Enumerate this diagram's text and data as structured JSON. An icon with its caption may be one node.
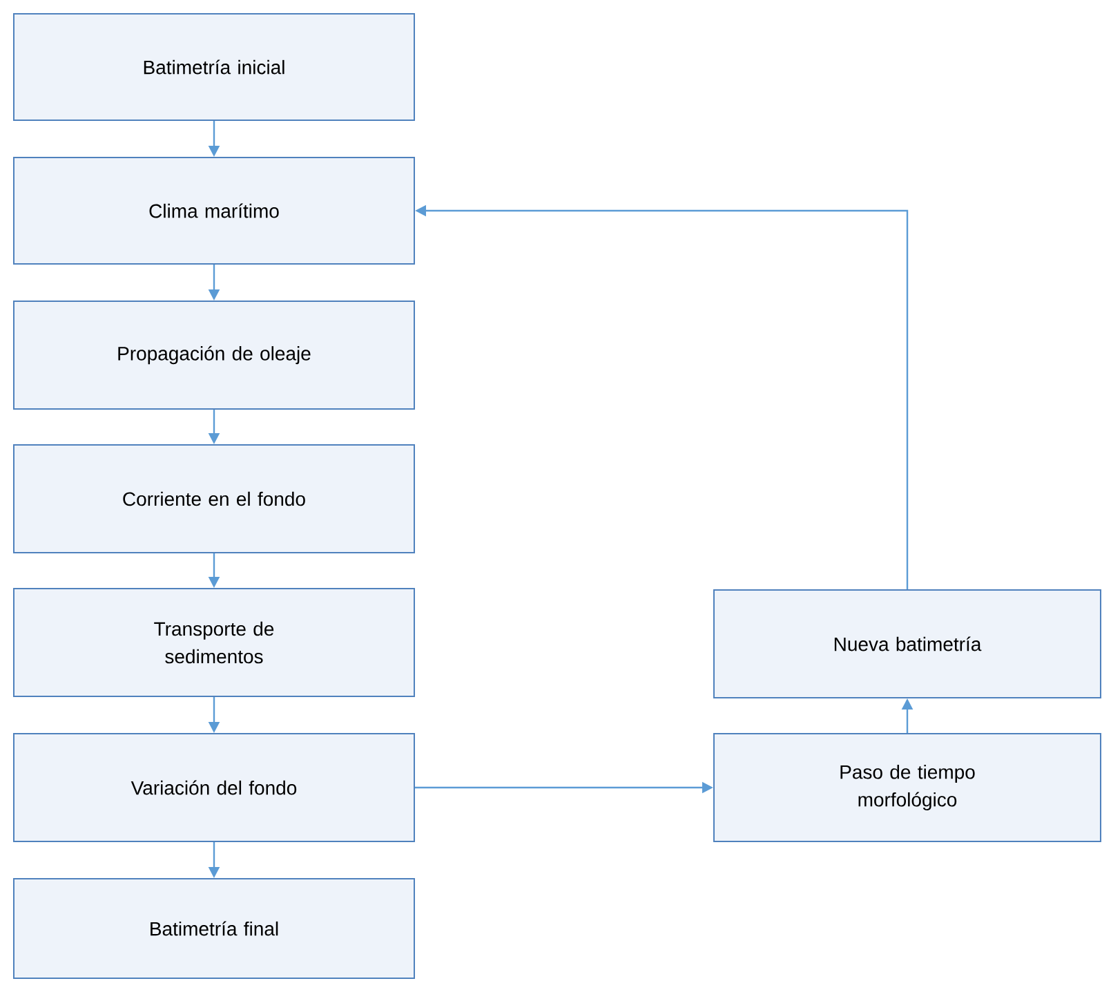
{
  "diagram": {
    "nodes": [
      {
        "text": [
          "Batimetría inicial"
        ]
      },
      {
        "text": [
          "Clima marítimo"
        ]
      },
      {
        "text": [
          "Propagación de oleaje"
        ]
      },
      {
        "text": [
          "Corriente en el fondo"
        ]
      },
      {
        "text": [
          "Transporte de sedimentos"
        ]
      },
      {
        "text": [
          "Variación del fondo"
        ]
      },
      {
        "text": [
          "Batimetría final"
        ]
      },
      {
        "text": [
          "Nueva batimetría"
        ]
      },
      {
        "text": [
          "Paso de tiempo morfológico"
        ]
      }
    ],
    "edges": [
      {
        "from": 0,
        "to": 1,
        "arrow": "to"
      },
      {
        "from": 1,
        "to": 2,
        "arrow": "to"
      },
      {
        "from": 2,
        "to": 3,
        "arrow": "to"
      },
      {
        "from": 3,
        "to": 4,
        "arrow": "to"
      },
      {
        "from": 4,
        "to": 5,
        "arrow": "to"
      },
      {
        "from": 5,
        "to": 6,
        "arrow": "to"
      },
      {
        "from": 5,
        "to": 8,
        "arrow": "to"
      },
      {
        "from": 8,
        "to": 7,
        "arrow": "to"
      },
      {
        "from": 7,
        "to": 1,
        "arrow": "to"
      }
    ]
  }
}
